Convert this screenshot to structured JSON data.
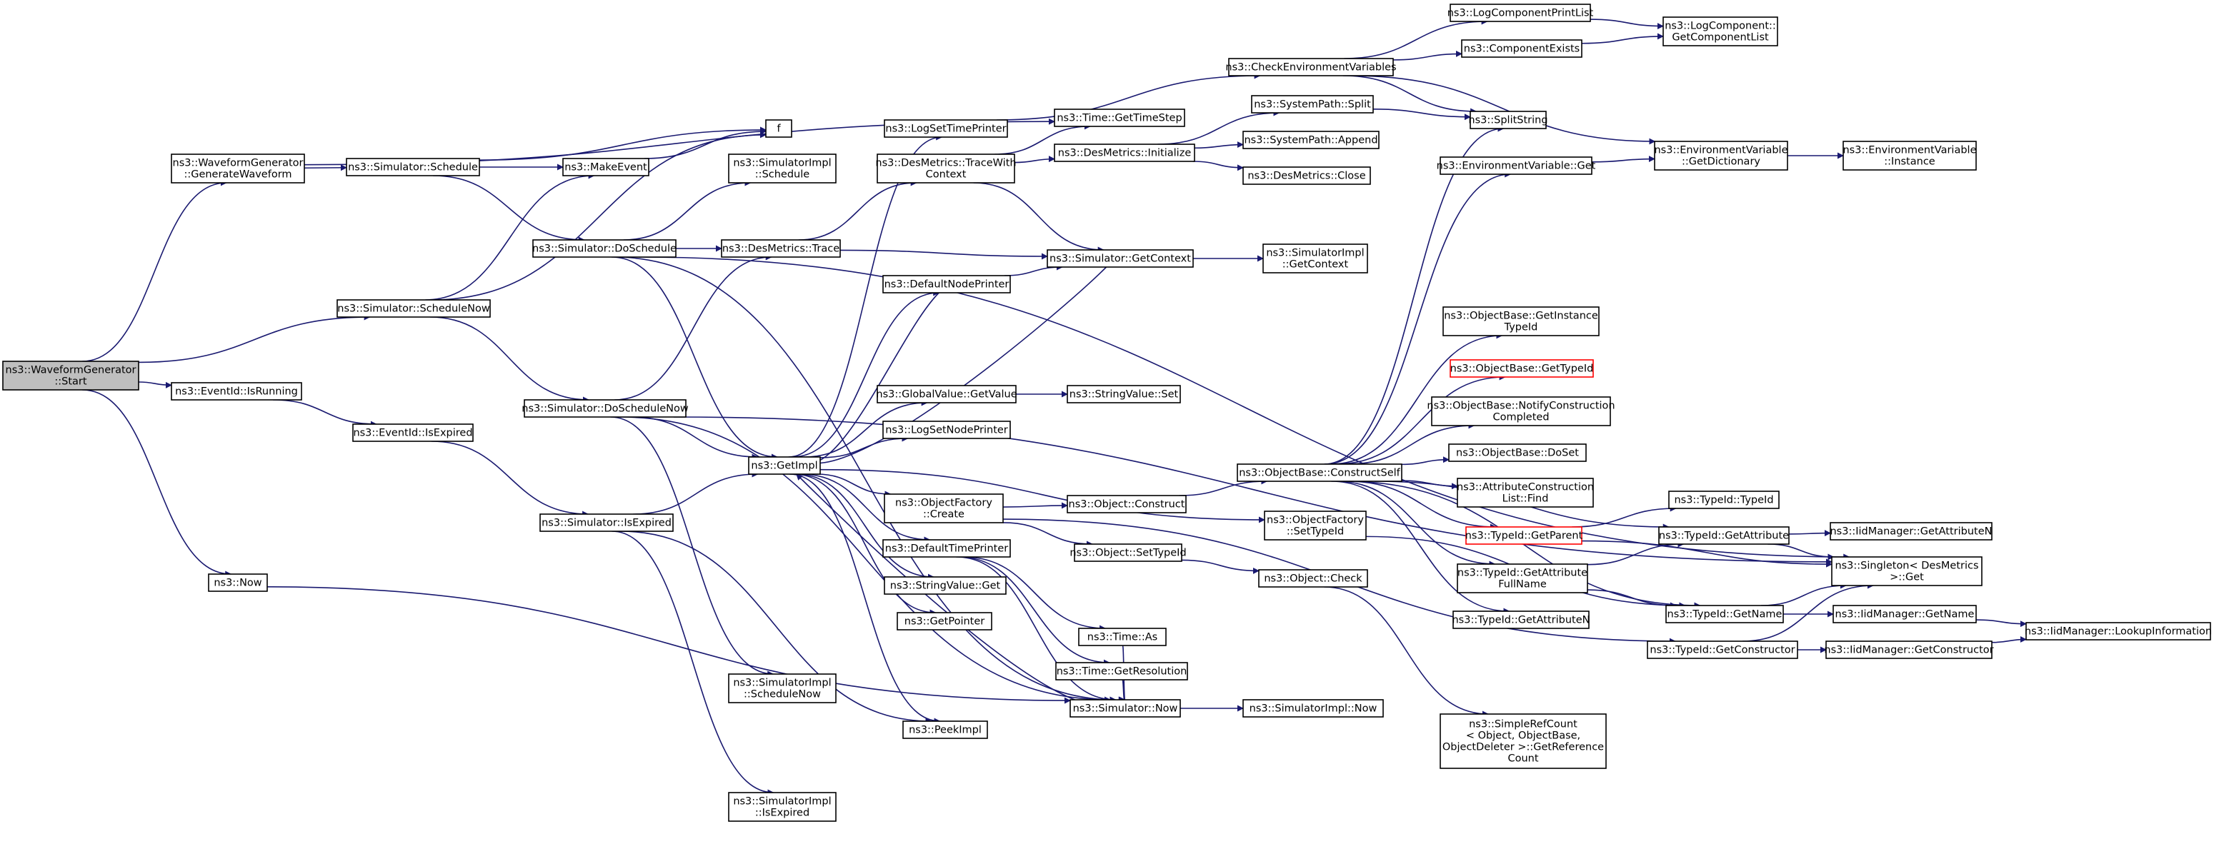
{
  "graph": {
    "colors": {
      "edge": "#191970",
      "root_fill": "#bfbfbf",
      "highlight_border": "#ff0000",
      "node_border": "#000000"
    },
    "nodes": [
      {
        "id": "start",
        "lines": [
          "ns3::WaveformGenerator",
          "::Start"
        ],
        "style": "root"
      },
      {
        "id": "gen",
        "lines": [
          "ns3::WaveformGenerator",
          "::GenerateWaveform"
        ]
      },
      {
        "id": "isrunning",
        "lines": [
          "ns3::EventId::IsRunning"
        ]
      },
      {
        "id": "now",
        "lines": [
          "ns3::Now"
        ]
      },
      {
        "id": "sched",
        "lines": [
          "ns3::Simulator::Schedule"
        ]
      },
      {
        "id": "schednow",
        "lines": [
          "ns3::Simulator::ScheduleNow"
        ]
      },
      {
        "id": "isexpired",
        "lines": [
          "ns3::EventId::IsExpired"
        ]
      },
      {
        "id": "makeevent",
        "lines": [
          "ns3::MakeEvent"
        ]
      },
      {
        "id": "f",
        "lines": [
          "f"
        ]
      },
      {
        "id": "dosched",
        "lines": [
          "ns3::Simulator::DoSchedule"
        ]
      },
      {
        "id": "doschednow",
        "lines": [
          "ns3::Simulator::DoScheduleNow"
        ]
      },
      {
        "id": "simisexp",
        "lines": [
          "ns3::Simulator::IsExpired"
        ]
      },
      {
        "id": "implsched",
        "lines": [
          "ns3::SimulatorImpl",
          "::Schedule"
        ]
      },
      {
        "id": "destrace",
        "lines": [
          "ns3::DesMetrics::Trace"
        ]
      },
      {
        "id": "getimpl",
        "lines": [
          "ns3::GetImpl"
        ]
      },
      {
        "id": "implschednow",
        "lines": [
          "ns3::SimulatorImpl",
          "::ScheduleNow"
        ]
      },
      {
        "id": "implisexp",
        "lines": [
          "ns3::SimulatorImpl",
          "::IsExpired"
        ]
      },
      {
        "id": "logsettime",
        "lines": [
          "ns3::LogSetTimePrinter"
        ]
      },
      {
        "id": "tracectx",
        "lines": [
          "ns3::DesMetrics::TraceWith",
          "Context"
        ]
      },
      {
        "id": "defnode",
        "lines": [
          "ns3::DefaultNodePrinter"
        ]
      },
      {
        "id": "gvget",
        "lines": [
          "ns3::GlobalValue::GetValue"
        ]
      },
      {
        "id": "logsetnode",
        "lines": [
          "ns3::LogSetNodePrinter"
        ]
      },
      {
        "id": "ofcreate",
        "lines": [
          "ns3::ObjectFactory",
          "::Create"
        ]
      },
      {
        "id": "deftime",
        "lines": [
          "ns3::DefaultTimePrinter"
        ]
      },
      {
        "id": "svget",
        "lines": [
          "ns3::StringValue::Get"
        ]
      },
      {
        "id": "getptr",
        "lines": [
          "ns3::GetPointer"
        ]
      },
      {
        "id": "peekimpl",
        "lines": [
          "ns3::PeekImpl"
        ]
      },
      {
        "id": "timestep",
        "lines": [
          "ns3::Time::GetTimeStep"
        ]
      },
      {
        "id": "dminit",
        "lines": [
          "ns3::DesMetrics::Initialize"
        ]
      },
      {
        "id": "getctx",
        "lines": [
          "ns3::Simulator::GetContext"
        ]
      },
      {
        "id": "svset",
        "lines": [
          "ns3::StringValue::Set"
        ]
      },
      {
        "id": "objconstruct",
        "lines": [
          "ns3::Object::Construct"
        ]
      },
      {
        "id": "objsettid",
        "lines": [
          "ns3::Object::SetTypeId"
        ]
      },
      {
        "id": "timeas",
        "lines": [
          "ns3::Time::As"
        ]
      },
      {
        "id": "timeres",
        "lines": [
          "ns3::Time::GetResolution"
        ]
      },
      {
        "id": "simnow",
        "lines": [
          "ns3::Simulator::Now"
        ]
      },
      {
        "id": "checkenv",
        "lines": [
          "ns3::CheckEnvironmentVariables"
        ]
      },
      {
        "id": "spsplit",
        "lines": [
          "ns3::SystemPath::Split"
        ]
      },
      {
        "id": "spappend",
        "lines": [
          "ns3::SystemPath::Append"
        ]
      },
      {
        "id": "dmclose",
        "lines": [
          "ns3::DesMetrics::Close"
        ]
      },
      {
        "id": "implgetctx",
        "lines": [
          "ns3::SimulatorImpl",
          "::GetContext"
        ]
      },
      {
        "id": "obconstruct",
        "lines": [
          "ns3::ObjectBase::ConstructSelf"
        ]
      },
      {
        "id": "ofsettid",
        "lines": [
          "ns3::ObjectFactory",
          "::SetTypeId"
        ]
      },
      {
        "id": "objcheck",
        "lines": [
          "ns3::Object::Check"
        ]
      },
      {
        "id": "implnow",
        "lines": [
          "ns3::SimulatorImpl::Now"
        ]
      },
      {
        "id": "logprint",
        "lines": [
          "ns3::LogComponentPrintList"
        ]
      },
      {
        "id": "compexists",
        "lines": [
          "ns3::ComponentExists"
        ]
      },
      {
        "id": "splitstr",
        "lines": [
          "ns3::SplitString"
        ]
      },
      {
        "id": "envget",
        "lines": [
          "ns3::EnvironmentVariable::Get"
        ]
      },
      {
        "id": "obgetinst",
        "lines": [
          "ns3::ObjectBase::GetInstance",
          "TypeId"
        ]
      },
      {
        "id": "obgettid",
        "lines": [
          "ns3::ObjectBase::GetTypeId"
        ],
        "style": "red"
      },
      {
        "id": "obnotify",
        "lines": [
          "ns3::ObjectBase::NotifyConstruction",
          "Completed"
        ]
      },
      {
        "id": "obdoset",
        "lines": [
          "ns3::ObjectBase::DoSet"
        ]
      },
      {
        "id": "attrfind",
        "lines": [
          "ns3::AttributeConstruction",
          "List::Find"
        ]
      },
      {
        "id": "tidparent",
        "lines": [
          "ns3::TypeId::GetParent"
        ],
        "style": "red"
      },
      {
        "id": "tidgafn",
        "lines": [
          "ns3::TypeId::GetAttribute",
          "FullName"
        ]
      },
      {
        "id": "tidgan",
        "lines": [
          "ns3::TypeId::GetAttributeN"
        ]
      },
      {
        "id": "refcount",
        "lines": [
          "ns3::SimpleRefCount",
          "< Object, ObjectBase,",
          "ObjectDeleter >::GetReference",
          "Count"
        ]
      },
      {
        "id": "logcomplist",
        "lines": [
          "ns3::LogComponent::",
          "GetComponentList"
        ]
      },
      {
        "id": "envdict",
        "lines": [
          "ns3::EnvironmentVariable",
          "::GetDictionary"
        ]
      },
      {
        "id": "tidtid",
        "lines": [
          "ns3::TypeId::TypeId"
        ]
      },
      {
        "id": "tidgetattr",
        "lines": [
          "ns3::TypeId::GetAttribute"
        ]
      },
      {
        "id": "tidname",
        "lines": [
          "ns3::TypeId::GetName"
        ]
      },
      {
        "id": "tidctor",
        "lines": [
          "ns3::TypeId::GetConstructor"
        ]
      },
      {
        "id": "envinst",
        "lines": [
          "ns3::EnvironmentVariable",
          "::Instance"
        ]
      },
      {
        "id": "iidgan",
        "lines": [
          "ns3::IidManager::GetAttributeN"
        ]
      },
      {
        "id": "singleton",
        "lines": [
          "ns3::Singleton< DesMetrics",
          ">::Get"
        ]
      },
      {
        "id": "iidname",
        "lines": [
          "ns3::IidManager::GetName"
        ]
      },
      {
        "id": "iidctor",
        "lines": [
          "ns3::IidManager::GetConstructor"
        ]
      },
      {
        "id": "iidlookup",
        "lines": [
          "ns3::IidManager::LookupInformation"
        ]
      }
    ]
  }
}
